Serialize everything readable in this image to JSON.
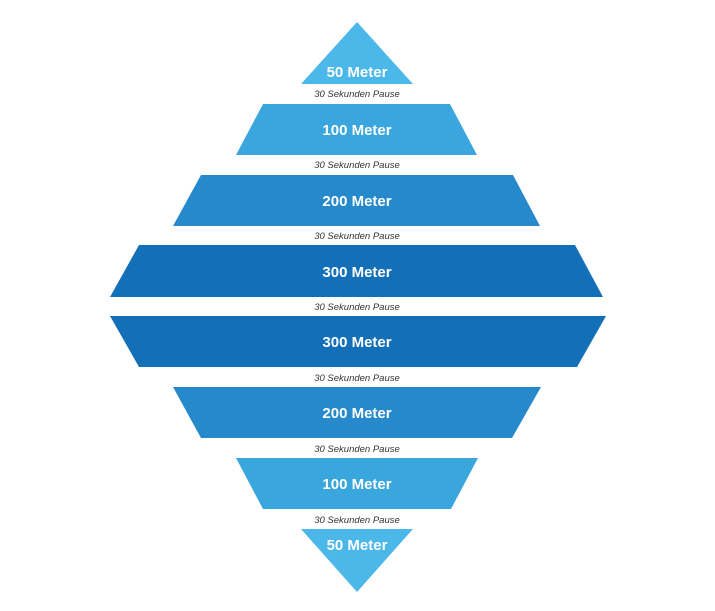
{
  "segments": [
    {
      "label": "50 Meter",
      "color": "#4cb8ea"
    },
    {
      "label": "100 Meter",
      "color": "#3aa6de"
    },
    {
      "label": "200 Meter",
      "color": "#2589cb"
    },
    {
      "label": "300 Meter",
      "color": "#1370b8"
    },
    {
      "label": "300 Meter",
      "color": "#1370b8"
    },
    {
      "label": "200 Meter",
      "color": "#2589cb"
    },
    {
      "label": "100 Meter",
      "color": "#3aa6de"
    },
    {
      "label": "50 Meter",
      "color": "#4cb8ea"
    }
  ],
  "pauses": [
    "30 Sekunden Pause",
    "30 Sekunden Pause",
    "30 Sekunden Pause",
    "30 Sekunden Pause",
    "30 Sekunden Pause",
    "30 Sekunden Pause",
    "30 Sekunden Pause"
  ]
}
